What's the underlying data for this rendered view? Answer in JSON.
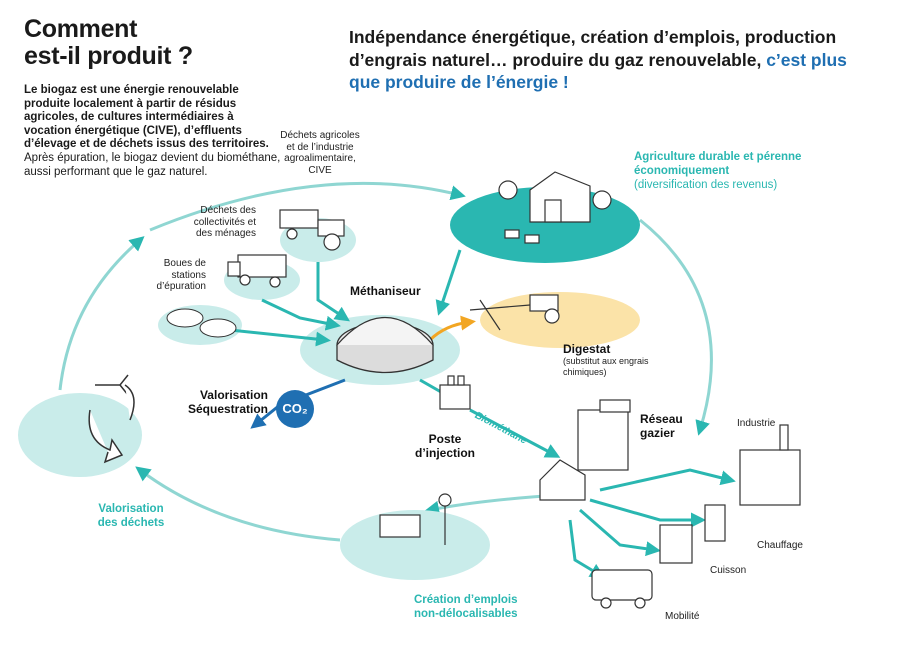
{
  "title": {
    "line1": "Comment",
    "line2": "est-il produit ?"
  },
  "intro": {
    "bold": "Le biogaz est une énergie renouvelable produite localement à partir de résidus agricoles, de cultures intermédiaires à vocation énergétique (CIVE), d’effluents d’élevage et de déchets issus des territoires.",
    "normal": "Après épuration, le biogaz devient du biométhane, aussi performant que le gaz naturel."
  },
  "headline": {
    "main": "Indépendance énergétique, création d’emplois, production d’engrais naturel… produire du gaz renouvelable,",
    "highlight": "c’est plus que produire de l’énergie !"
  },
  "sources": {
    "agri": "Déchets agricoles et de l’industrie agroalimentaire, CIVE",
    "collectivites": "Déchets des collectivités et des ménages",
    "boues": "Boues de stations d’épuration"
  },
  "agriculture": {
    "bold": "Agriculture durable et pérenne économiquement",
    "normal": "(diversification des revenus)"
  },
  "methaniseur": "Méthaniseur",
  "digestat": {
    "title": "Digestat",
    "sub": "(substitut aux engrais chimiques)"
  },
  "valorisation_co2": {
    "line1": "Valorisation",
    "line2": "Séquestration"
  },
  "co2": "CO₂",
  "poste": {
    "line1": "Poste",
    "line2": "d’injection"
  },
  "biomethane": "Biométhane",
  "reseau": {
    "line1": "Réseau",
    "line2": "gazier"
  },
  "uses": {
    "industrie": "Industrie",
    "chauffage": "Chauffage",
    "cuisson": "Cuisson",
    "mobilite": "Mobilité"
  },
  "valorisation_dechets": {
    "line1": "Valorisation",
    "line2": "des déchets"
  },
  "emplois": {
    "line1": "Création d’emplois",
    "line2": "non-délocalisables"
  },
  "colors": {
    "teal": "#2ab7b1",
    "tealLight": "#c9ecea",
    "blue": "#1f6fb2",
    "orange": "#f2a623"
  }
}
